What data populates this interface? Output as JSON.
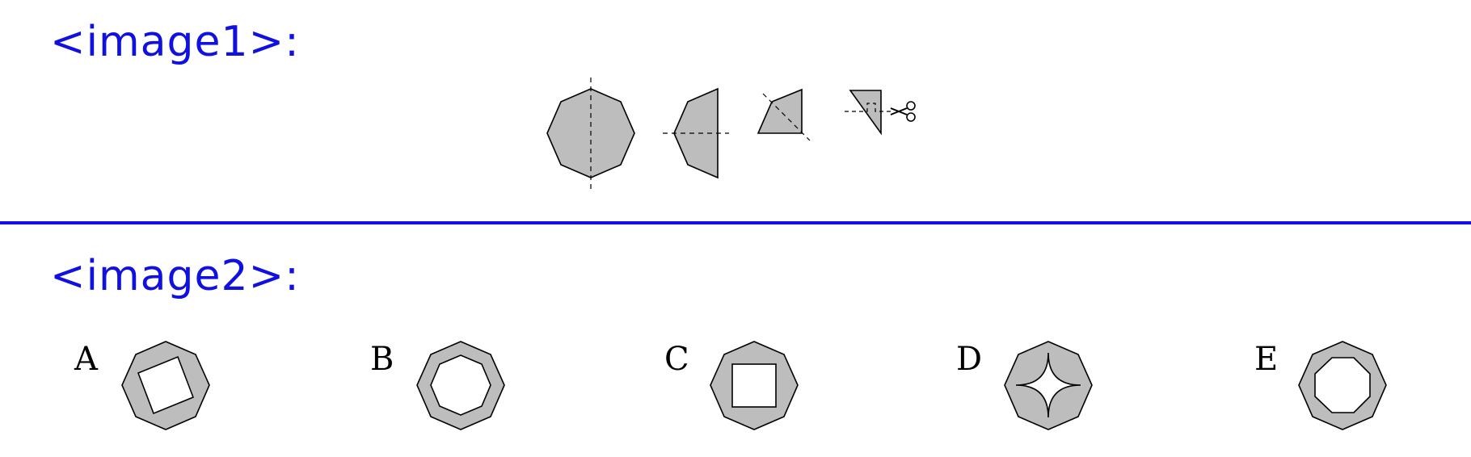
{
  "sections": {
    "top_label": "<image1>:",
    "bottom_label": "<image2>:"
  },
  "options": [
    {
      "letter": "A",
      "cutout": "tilted-square"
    },
    {
      "letter": "B",
      "cutout": "octagon"
    },
    {
      "letter": "C",
      "cutout": "square"
    },
    {
      "letter": "D",
      "cutout": "four-point-star"
    },
    {
      "letter": "E",
      "cutout": "large-octagon"
    }
  ],
  "colors": {
    "label_blue": "#1010e0",
    "paper_gray": "#bdbdbd",
    "stroke": "#000000"
  },
  "icons": [
    "scissors-icon"
  ]
}
